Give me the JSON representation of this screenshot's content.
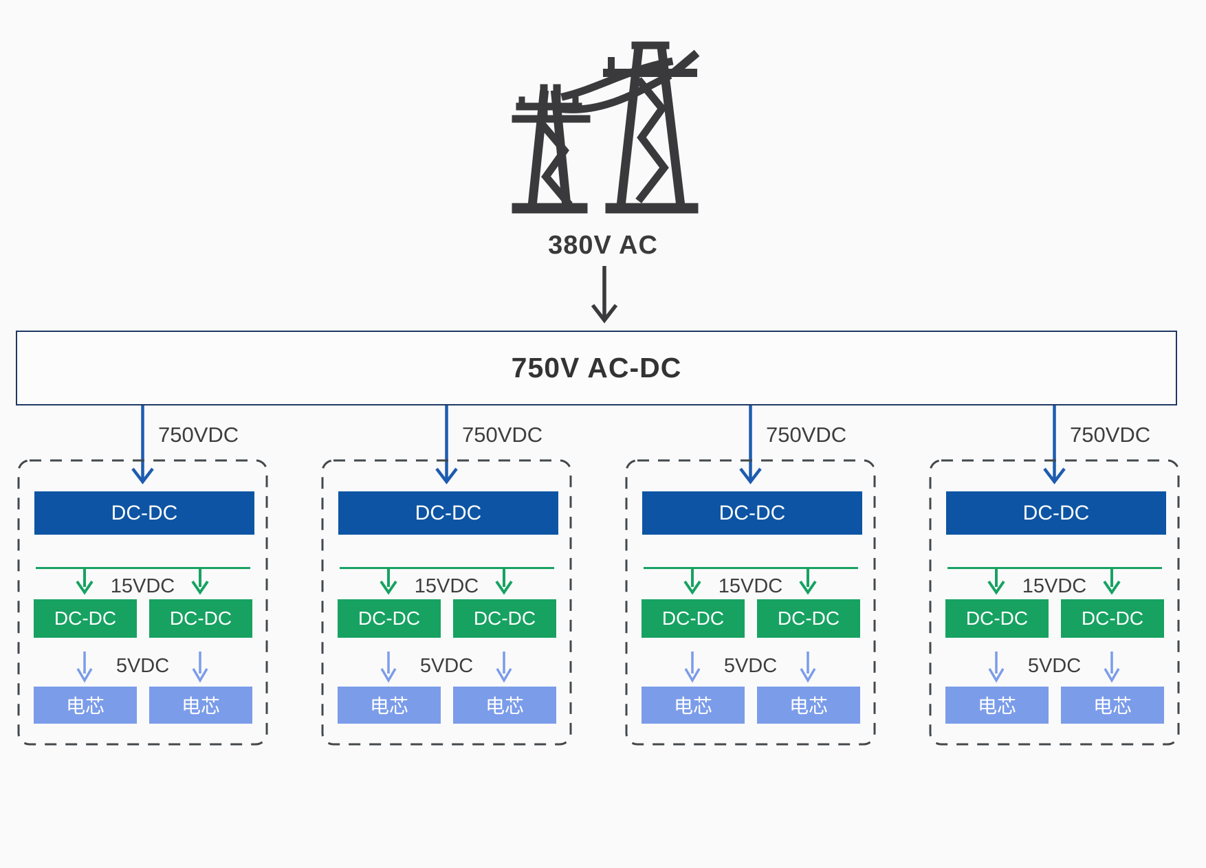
{
  "colors": {
    "background": "#fafafa",
    "icon_dark": "#3a3a3c",
    "text_dark": "#3a3a3a",
    "converter_border": "#1f3864",
    "primary_blue": "#0d55a4",
    "arrow_blue": "#1d5cb0",
    "green": "#17a262",
    "cell_blue": "#7b9ce9"
  },
  "source": {
    "icon": "transmission-towers-icon",
    "label": "380V AC"
  },
  "converter": {
    "label": "750V AC-DC"
  },
  "branches": [
    {
      "input_label": "750VDC",
      "primary_converter": "DC-DC",
      "mid_bus_label": "15VDC",
      "secondary_converters": [
        "DC-DC",
        "DC-DC"
      ],
      "low_bus_label": "5VDC",
      "cells": [
        "电芯",
        "电芯"
      ]
    },
    {
      "input_label": "750VDC",
      "primary_converter": "DC-DC",
      "mid_bus_label": "15VDC",
      "secondary_converters": [
        "DC-DC",
        "DC-DC"
      ],
      "low_bus_label": "5VDC",
      "cells": [
        "电芯",
        "电芯"
      ]
    },
    {
      "input_label": "750VDC",
      "primary_converter": "DC-DC",
      "mid_bus_label": "15VDC",
      "secondary_converters": [
        "DC-DC",
        "DC-DC"
      ],
      "low_bus_label": "5VDC",
      "cells": [
        "电芯",
        "电芯"
      ]
    },
    {
      "input_label": "750VDC",
      "primary_converter": "DC-DC",
      "mid_bus_label": "15VDC",
      "secondary_converters": [
        "DC-DC",
        "DC-DC"
      ],
      "low_bus_label": "5VDC",
      "cells": [
        "电芯",
        "电芯"
      ]
    }
  ]
}
